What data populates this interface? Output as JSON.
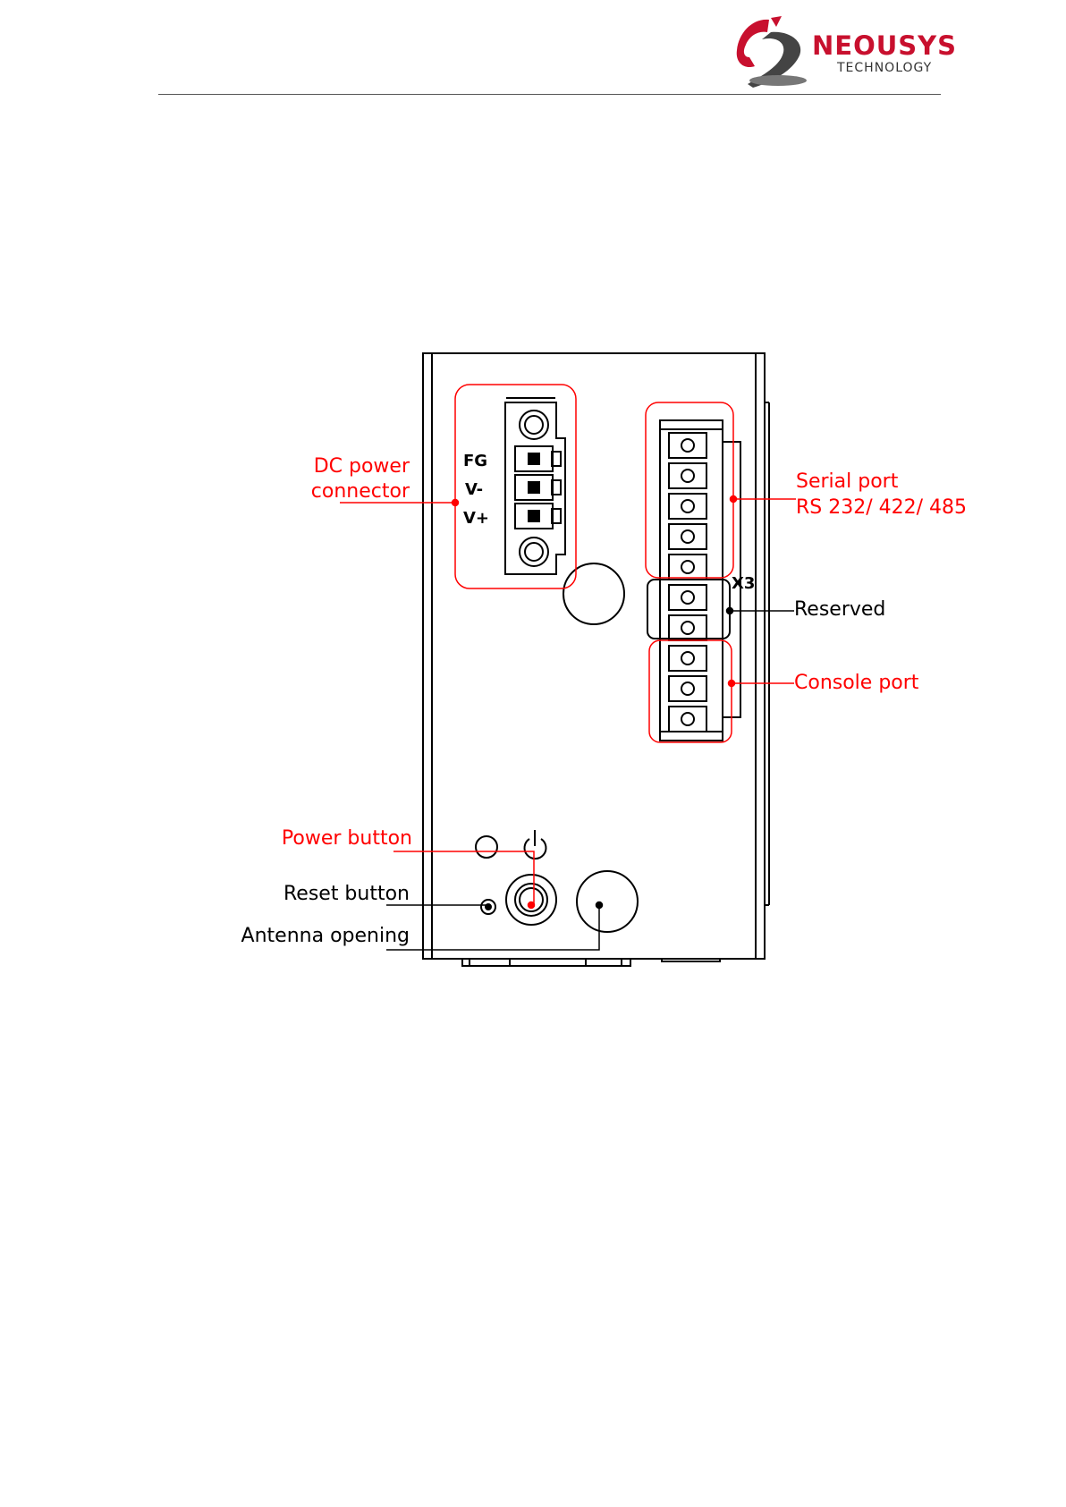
{
  "header": {
    "logo_word": "NEOUSYS",
    "logo_sub": "TECHNOLOGY",
    "brand_color": "#c8102e"
  },
  "diagram": {
    "terminal_labels": [
      "FG",
      "V-",
      "V+"
    ],
    "connector_tag": "X3",
    "labels": {
      "dc_power_line1": "DC power",
      "dc_power_line2": "connector",
      "serial_line1": "Serial port",
      "serial_line2": "RS 232/ 422/ 485",
      "reserved": "Reserved",
      "console": "Console port",
      "power_button": "Power button",
      "reset_button": "Reset button",
      "antenna": "Antenna opening"
    },
    "colors": {
      "callout": "#ff0000",
      "drawing": "#000000"
    }
  }
}
